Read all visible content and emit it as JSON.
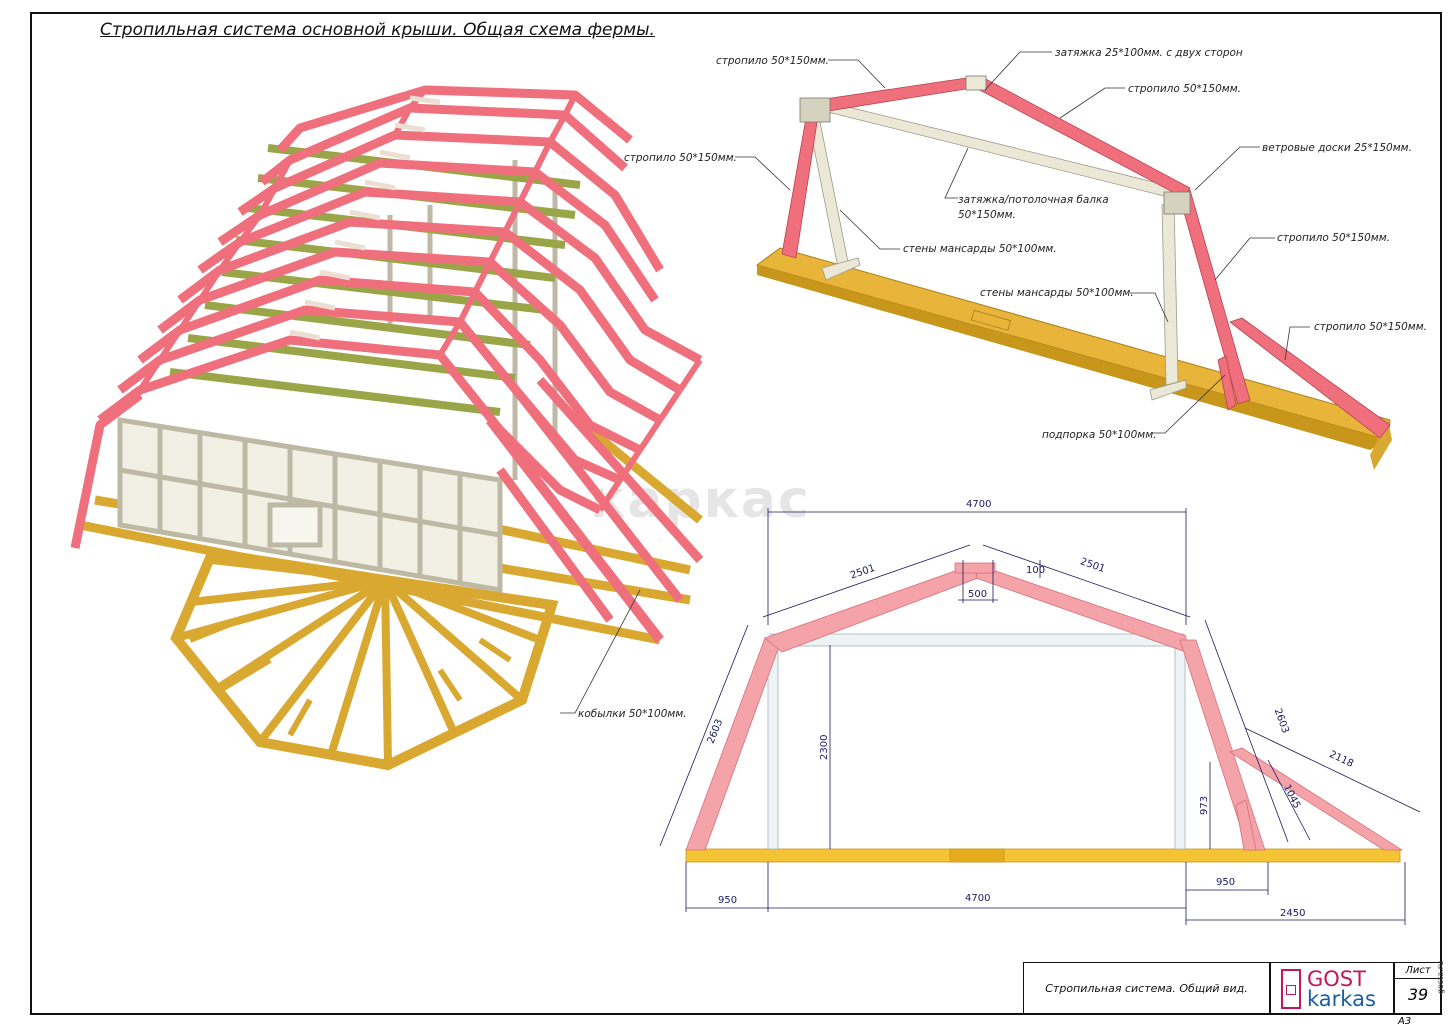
{
  "title": "Стропильная система основной крыши. Общая схема фермы.",
  "watermark": "каркас",
  "colors": {
    "rafter": "#ef6f7c",
    "rafter_light": "#f4a3a9",
    "beam_yellow": "#e8b43a",
    "wall_white": "#e9e6d6",
    "deck_green": "#9aa548",
    "dim_line": "#1a1a60"
  },
  "callouts": {
    "left_rafter_top": "стропило 50*150мм.",
    "tie_top": "затяжка 25*100мм. с двух сторон",
    "rafter_upper_right": "стропило 50*150мм.",
    "left_rafter_mid": "стропило 50*150мм.",
    "wind_boards": "ветровые доски 25*150мм.",
    "ceiling_tie": "затяжка/потолочная балка",
    "ceiling_tie_size": "50*150мм.",
    "walls_left": "стены мансарды 50*100мм.",
    "rafter_lower_right": "стропило 50*150мм.",
    "walls_right": "стены мансарды 50*100мм.",
    "rafter_far_right": "стропило 50*150мм.",
    "strut": "подпорка 50*100мм.",
    "kobylki": "кобылки 50*100мм."
  },
  "dimensions": {
    "top_span": "4700",
    "upper_left": "2501",
    "upper_right": "2501",
    "ridge_height": "100",
    "ridge_width": "500",
    "lower_left": "2603",
    "lower_right": "2603",
    "wall_height": "2300",
    "extension": "2118",
    "strut_height": "973",
    "strut_diag": "1045",
    "base_left": "950",
    "base_center": "4700",
    "base_right": "950",
    "base_right_total": "2450"
  },
  "title_block": {
    "caption": "Стропильная система. Общий вид.",
    "logo_top": "GOST",
    "logo_bottom": "karkas",
    "sheet_label": "Лист",
    "sheet_number": "39",
    "site": "gosta.ru",
    "format": "А3"
  }
}
